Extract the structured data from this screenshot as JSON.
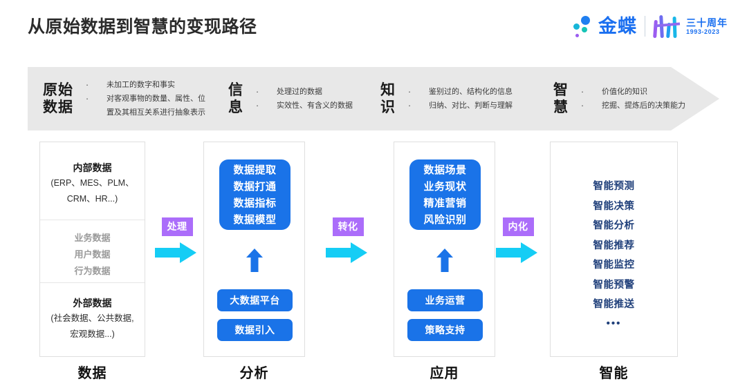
{
  "header": {
    "title": "从原始数据到智慧的变现路径",
    "logo": {
      "brand": "金蝶",
      "anniversary_cn": "三十周年",
      "anniversary_years": "1993-2023",
      "dot_colors": [
        "#1f7ff0",
        "#17b6d8",
        "#16c4b6",
        "#9b5cf0"
      ],
      "brand_color": "#1a6ff0"
    }
  },
  "banner": {
    "background": "#e8e8e8",
    "stages": [
      {
        "name_line1": "原始",
        "name_line2": "数据",
        "bullets": [
          "未加工的数字和事实",
          "对客观事物的数量、属性、位",
          "置及其相互关系进行抽象表示"
        ]
      },
      {
        "name_line1": "信",
        "name_line2": "息",
        "bullets": [
          "处理过的数据",
          "实效性、有含义的数据"
        ]
      },
      {
        "name_line1": "知",
        "name_line2": "识",
        "bullets": [
          "鉴别过的、结构化的信息",
          "归纳、对比、判断与理解"
        ]
      },
      {
        "name_line1": "智",
        "name_line2": "慧",
        "bullets": [
          "价值化的知识",
          "挖掘、提炼后的决策能力"
        ]
      }
    ]
  },
  "columns": {
    "data": {
      "footer_label": "数据",
      "top_title": "内部数据",
      "top_sub_line1": "(ERP、MES、PLM、",
      "top_sub_line2": "CRM、HR...)",
      "mid_items": [
        "业务数据",
        "用户数据",
        "行为数据"
      ],
      "bottom_title": "外部数据",
      "bottom_sub_line1": "(社会数据、公共数据,",
      "bottom_sub_line2": "宏观数据...)"
    },
    "analysis": {
      "footer_label": "分析",
      "capability_box": [
        "数据提取",
        "数据打通",
        "数据指标",
        "数据模型"
      ],
      "pills": [
        "大数据平台",
        "数据引入"
      ],
      "box_color": "#1a73e8"
    },
    "application": {
      "footer_label": "应用",
      "capability_box": [
        "数据场景",
        "业务现状",
        "精准营销",
        "风险识别"
      ],
      "pills": [
        "业务运营",
        "策略支持"
      ],
      "box_color": "#1a73e8"
    },
    "intelligence": {
      "footer_label": "智能",
      "items": [
        "智能预测",
        "智能决策",
        "智能分析",
        "智能推荐",
        "智能监控",
        "智能预警",
        "智能推送"
      ],
      "ellipsis": "•••",
      "text_color": "#1f3f7a"
    }
  },
  "connectors": [
    {
      "label": "处理",
      "badge_color": "#ab6dfa",
      "arrow_color": "#15cdf5"
    },
    {
      "label": "转化",
      "badge_color": "#ab6dfa",
      "arrow_color": "#15cdf5"
    },
    {
      "label": "内化",
      "badge_color": "#ab6dfa",
      "arrow_color": "#15cdf5"
    }
  ]
}
